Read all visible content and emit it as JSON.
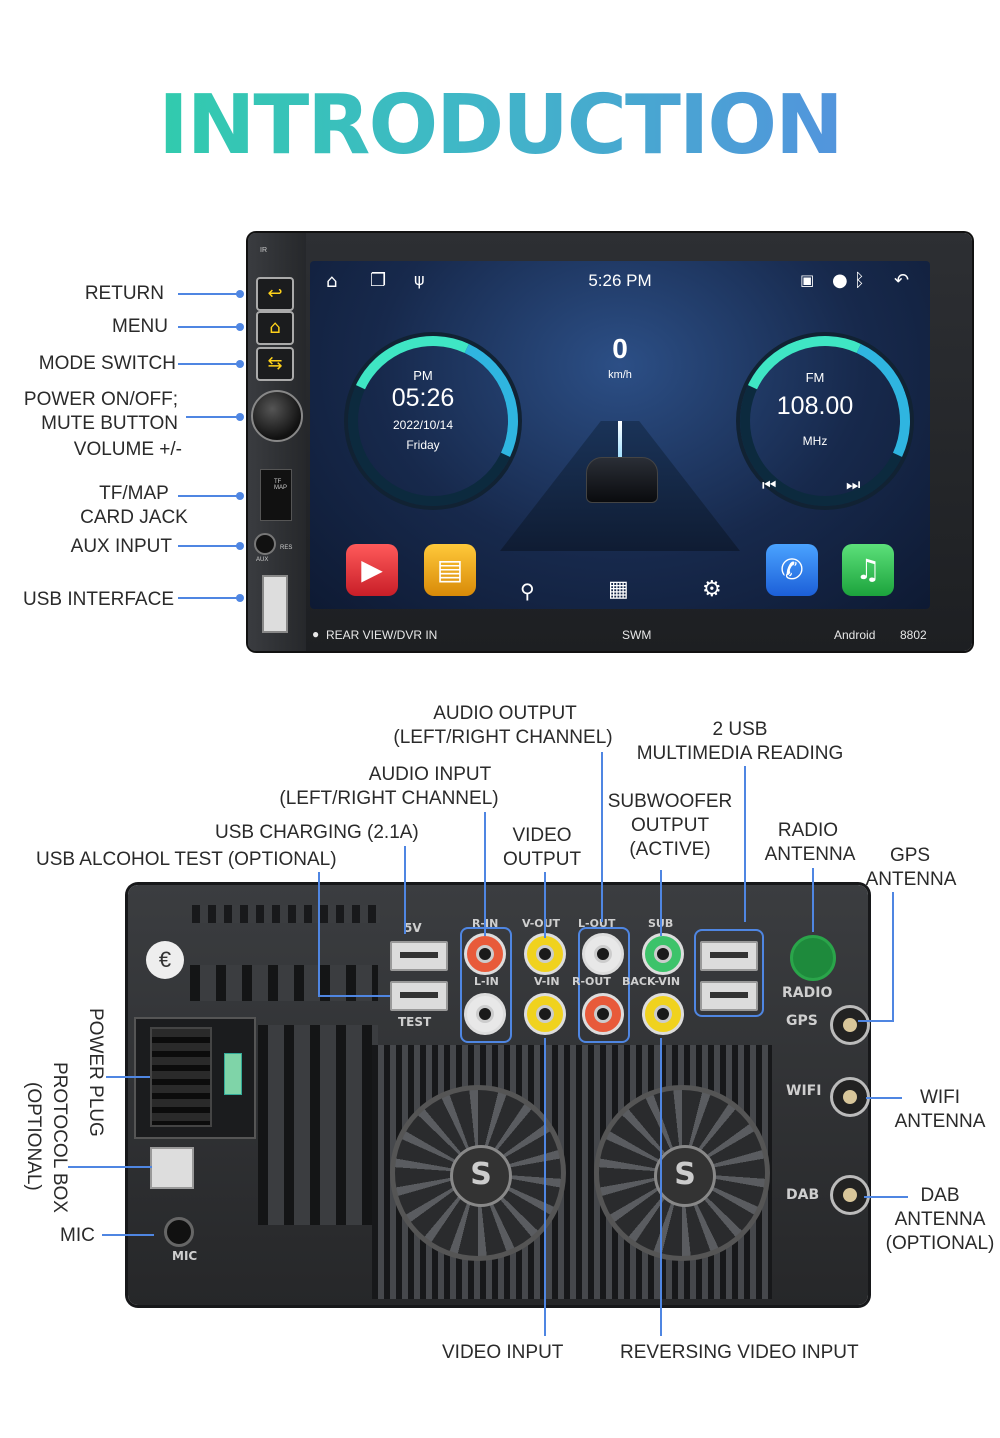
{
  "title": "INTRODUCTION",
  "front_labels": {
    "return": "RETURN",
    "menu": "MENU",
    "mode_switch": "MODE SWITCH",
    "power_line1": "POWER ON/OFF;",
    "power_line2": "MUTE BUTTON",
    "power_line3": "VOLUME +/-",
    "tf_line1": "TF/MAP",
    "tf_line2": "CARD JACK",
    "aux": "AUX INPUT",
    "usb": "USB INTERFACE"
  },
  "screen": {
    "status_time": "5:26 PM",
    "speed": "0",
    "speed_unit": "km/h",
    "clock_ampm": "PM",
    "clock_time": "05:26",
    "clock_date": "2022/10/14",
    "clock_day": "Friday",
    "radio_band": "FM",
    "radio_freq": "108.00",
    "radio_unit": "MHz",
    "bottom_left": "REAR VIEW/DVR IN",
    "bottom_mid": "SWM",
    "bottom_os": "Android",
    "bottom_model": "8802",
    "bezel_ir": "IR",
    "bezel_tf": "TF MAP",
    "bezel_res": "RES",
    "bezel_aux": "AUX"
  },
  "back_labels": {
    "audio_output_1": "AUDIO OUTPUT",
    "audio_output_2": "(LEFT/RIGHT CHANNEL)",
    "usb2_1": "2 USB",
    "usb2_2": "MULTIMEDIA READING",
    "audio_input_1": "AUDIO INPUT",
    "audio_input_2": "(LEFT/RIGHT CHANNEL)",
    "sub_1": "SUBWOOFER",
    "sub_2": "OUTPUT",
    "sub_3": "(ACTIVE)",
    "usb_charging": "USB CHARGING (2.1A)",
    "video_out_1": "VIDEO",
    "video_out_2": "OUTPUT",
    "radio_ant_1": "RADIO",
    "radio_ant_2": "ANTENNA",
    "gps_ant_1": "GPS",
    "gps_ant_2": "ANTENNA",
    "usb_alcohol": "USB ALCOHOL TEST (OPTIONAL)",
    "power_plug": "POWER PLUG",
    "protocol_1": "PROTOCOL BOX",
    "protocol_2": "(OPTIONAL)",
    "mic": "MIC",
    "wifi_1": "WIFI",
    "wifi_2": "ANTENNA",
    "dab_1": "DAB",
    "dab_2": "ANTENNA",
    "dab_3": "(OPTIONAL)",
    "video_input": "VIDEO INPUT",
    "reversing": "REVERSING VIDEO INPUT"
  },
  "panel_text": {
    "r_in": "R-IN",
    "v_out": "V-OUT",
    "l_out": "L-OUT",
    "sub": "SUB",
    "l_in": "L-IN",
    "v_in": "V-IN",
    "r_out": "R-OUT",
    "back_vin": "BACK-VIN",
    "radio": "RADIO",
    "gps": "GPS",
    "wifi": "WIFI",
    "dab": "DAB",
    "mic": "MIC",
    "five_v": "5V",
    "test": "TEST",
    "fan_logo": "S"
  },
  "colors": {
    "title_start": "#2ad6a0",
    "title_end": "#5a86e6",
    "callout_line": "#4f86e2"
  }
}
